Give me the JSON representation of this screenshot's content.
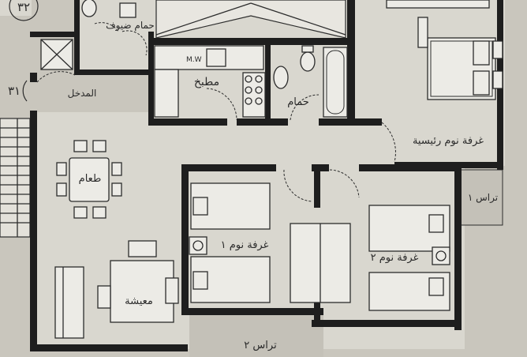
{
  "plan": {
    "rooms": {
      "guest_bath": "حمام ضيوف",
      "entrance": "المدخل",
      "kitchen": "مطبخ",
      "bath": "حمام",
      "master_bedroom": "غرفة نوم رئيسية",
      "dining": "طعام",
      "bedroom_1": "غرفة نوم ١",
      "bedroom_2": "غرفة نوم ٢",
      "living": "معيشة",
      "terrace_1": "تراس ١",
      "terrace_2": "تراس ٢"
    },
    "markers": {
      "apt_top": "٣٢",
      "apt_left": "٣١"
    },
    "kitchen_appliance": "M.W"
  },
  "colors": {
    "floor": "#d9d7cf",
    "wall": "#1e1e1e",
    "terrace": "#c9c6bd",
    "fixture": "#ecebe6"
  }
}
